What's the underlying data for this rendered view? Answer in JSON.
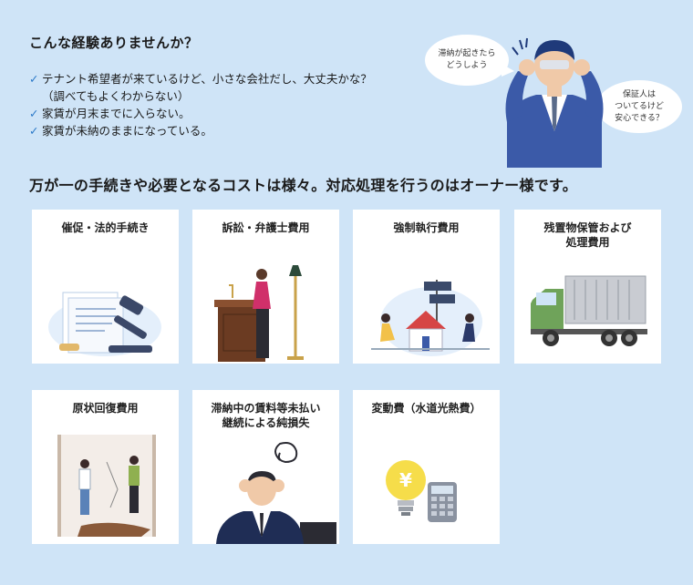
{
  "intro": {
    "title": "こんな経験ありませんか？",
    "items": [
      {
        "text": "テナント希望者が来ているけど、小さな会社だし、大丈夫かな？",
        "note": "（調べてもよくわからない）"
      },
      {
        "text": "家賃が月末までに入らない。"
      },
      {
        "text": "家賃が未納のままになっている。"
      }
    ]
  },
  "bubbles": {
    "left": {
      "line1": "滞納が起きたら",
      "line2": "どうしよう"
    },
    "right": {
      "line1": "保証人は",
      "line2": "ついてるけど",
      "line3": "安心できる？"
    }
  },
  "headline": "万が一の手続きや必要となるコストは様々。対応処理を行うのはオーナー様です。",
  "cards": [
    {
      "title": "催促・法的手続き",
      "icon": "gavel-documents-icon"
    },
    {
      "title": "訴訟・弁護士費用",
      "icon": "lawyer-podium-icon"
    },
    {
      "title": "強制執行費用",
      "icon": "eviction-house-icon"
    },
    {
      "title_line1": "残置物保管および",
      "title_line2": "処理費用",
      "icon": "truck-icon"
    },
    {
      "title": "原状回復費用",
      "icon": "renovation-workers-icon"
    },
    {
      "title_line1": "滞納中の賃料等未払い",
      "title_line2": "継続による純損失",
      "icon": "stressed-man-icon"
    },
    {
      "title": "変動費（水道光熱費）",
      "icon": "lightbulb-calculator-icon"
    }
  ],
  "colors": {
    "background": "#cfe4f7",
    "check": "#2a78c8",
    "suit": "#3b5aa8"
  }
}
